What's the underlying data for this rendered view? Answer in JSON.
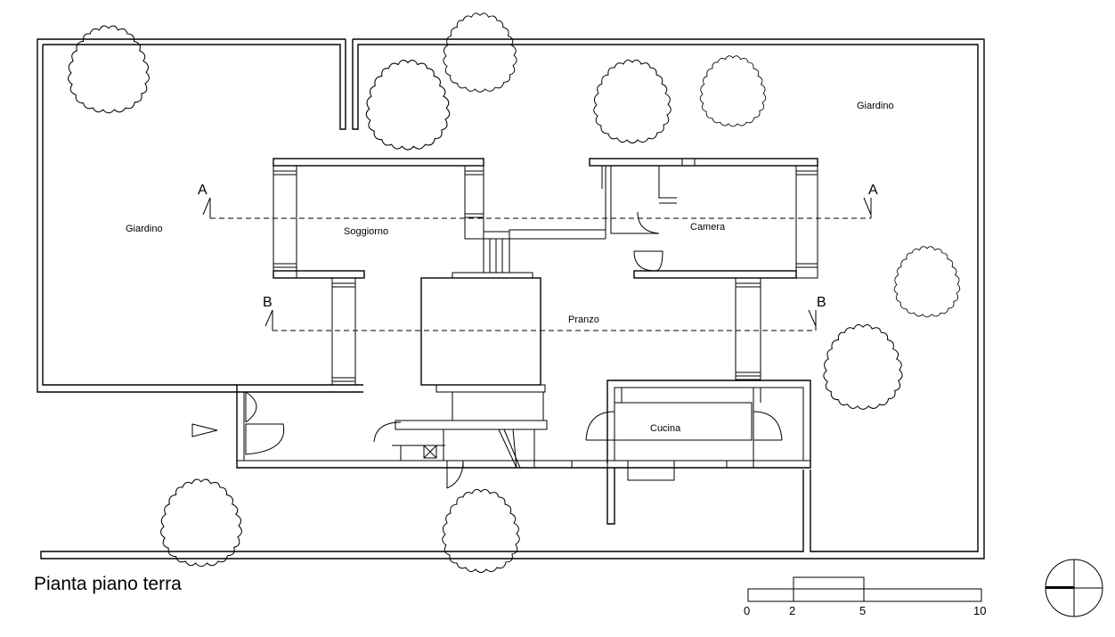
{
  "drawing": {
    "title": "Pianta piano terra",
    "rooms": {
      "garden_west": "Giardino",
      "garden_east": "Giardino",
      "living": "Soggiorno",
      "bedroom": "Camera",
      "dining": "Pranzo",
      "kitchen": "Cucina"
    },
    "sections": {
      "a_left": "A",
      "a_right": "A",
      "b_left": "B",
      "b_right": "B"
    },
    "scale_bar": {
      "t0": "0",
      "t2": "2",
      "t5": "5",
      "t10": "10"
    },
    "icons": [
      "tree-icon",
      "entrance-arrow-icon",
      "north-arrow-icon"
    ]
  }
}
